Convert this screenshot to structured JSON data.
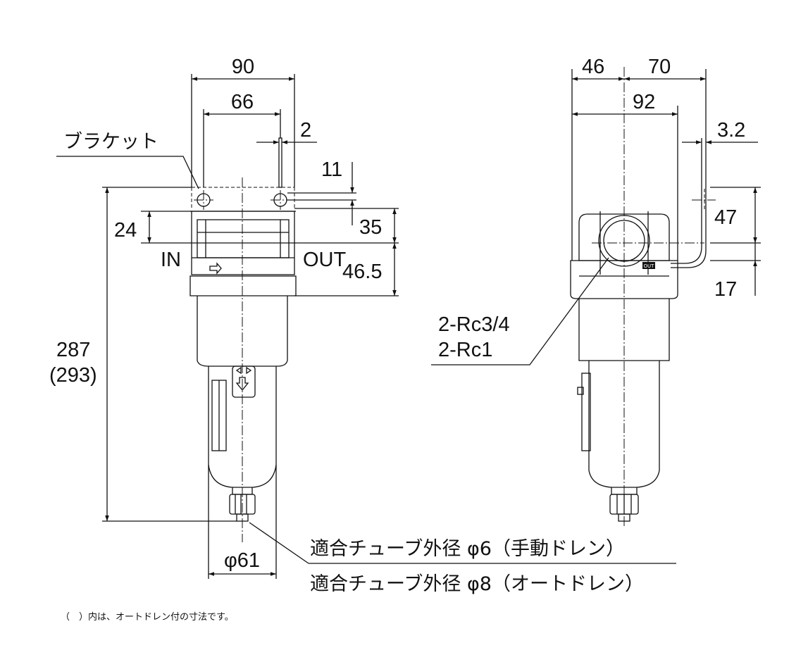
{
  "front_view": {
    "dims": {
      "width_total": "90",
      "width_ports": "66",
      "bracket_thickness": "2",
      "hole_offset": "11",
      "height_35": "35",
      "height_24": "24",
      "height_46_5": "46.5",
      "height_total": "287",
      "height_total_auto": "(293)",
      "bowl_diameter": "φ61"
    },
    "labels": {
      "bracket": "ブラケット",
      "in_port": "IN",
      "out_port": "OUT"
    }
  },
  "side_view": {
    "dims": {
      "left_46": "46",
      "right_70": "70",
      "depth_92": "92",
      "bracket_3_2": "3.2",
      "height_47": "47",
      "height_17": "17"
    },
    "labels": {
      "port_size_1": "2-Rc3/4",
      "port_size_2": "2-Rc1",
      "body_mark": "OUT"
    }
  },
  "callouts": {
    "tube_manual": "適合チューブ外径 φ6（手動ドレン）",
    "tube_auto": "適合チューブ外径 φ8（オートドレン）"
  },
  "footnote": "（　）内は、オートドレン付の寸法です。"
}
